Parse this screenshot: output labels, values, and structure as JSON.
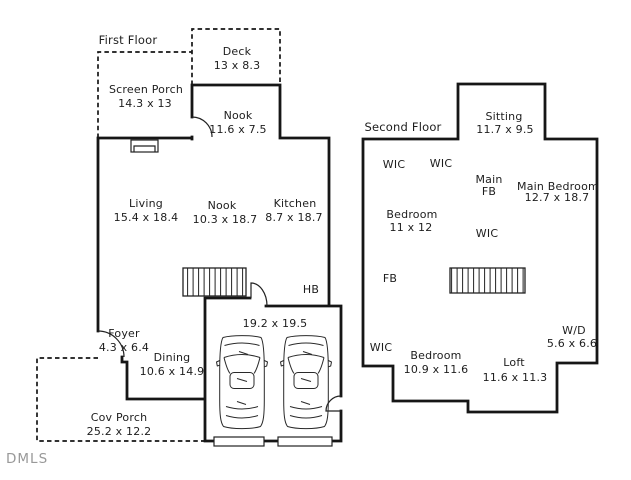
{
  "colors": {
    "wall": "#161616",
    "text": "#1d1d1d",
    "watermark": "#999999",
    "background": "#ffffff"
  },
  "watermark": "DMLS",
  "first_floor": {
    "title": "First Floor",
    "garage": {
      "dims": "19.2 x 19.5"
    },
    "hose_bib": "HB",
    "rooms": {
      "deck": {
        "label": "Deck",
        "dims": "13 x 8.3"
      },
      "screen_porch": {
        "label": "Screen Porch",
        "dims": "14.3 x 13"
      },
      "nook_upper": {
        "label": "Nook",
        "dims": "11.6 x 7.5"
      },
      "living": {
        "label": "Living",
        "dims": "15.4 x 18.4"
      },
      "nook": {
        "label": "Nook",
        "dims": "10.3 x 18.7"
      },
      "kitchen": {
        "label": "Kitchen",
        "dims": "8.7 x 18.7"
      },
      "foyer": {
        "label": "Foyer",
        "dims": "4.3 x 6.4"
      },
      "dining": {
        "label": "Dining",
        "dims": "10.6 x 14.9"
      },
      "cov_porch": {
        "label": "Cov Porch",
        "dims": "25.2 x 12.2"
      }
    }
  },
  "second_floor": {
    "title": "Second Floor",
    "rooms": {
      "sitting": {
        "label": "Sitting",
        "dims": "11.7 x 9.5"
      },
      "wic_nw": {
        "label": "WIC"
      },
      "wic_n": {
        "label": "WIC"
      },
      "main_fb": {
        "line1": "Main",
        "line2": "FB"
      },
      "main_bedroom": {
        "label": "Main Bedroom",
        "dims": "12.7 x 18.7"
      },
      "bedroom_upper": {
        "label": "Bedroom",
        "dims": "11 x 12"
      },
      "wic_center": {
        "label": "WIC"
      },
      "fb": {
        "label": "FB"
      },
      "wic_sw": {
        "label": "WIC"
      },
      "bedroom_lower": {
        "label": "Bedroom",
        "dims": "10.9 x 11.6"
      },
      "loft": {
        "label": "Loft",
        "dims": "11.6 x 11.3"
      },
      "laundry": {
        "label": "W/D",
        "dims": "5.6 x 6.6"
      }
    }
  }
}
